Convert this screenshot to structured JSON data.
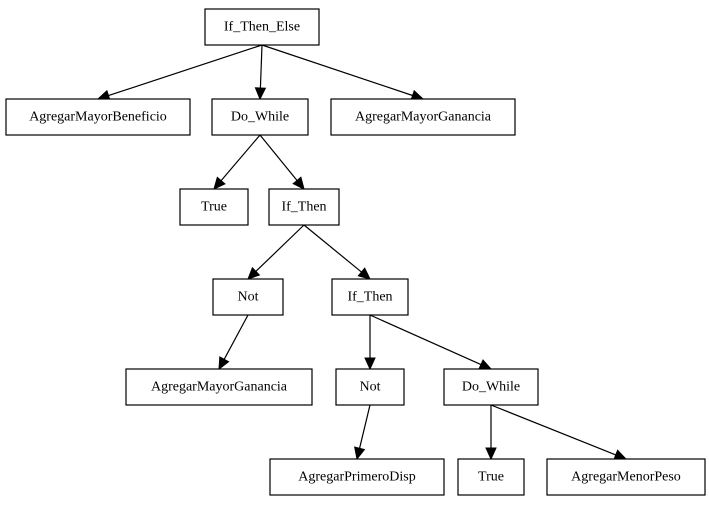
{
  "diagram": {
    "type": "tree",
    "root": {
      "label": "If_Then_Else",
      "children": [
        {
          "label": "AgregarMayorBeneficio",
          "children": []
        },
        {
          "label": "Do_While",
          "children": [
            {
              "label": "True",
              "children": []
            },
            {
              "label": "If_Then",
              "children": [
                {
                  "label": "Not",
                  "children": [
                    {
                      "label": "AgregarMayorGanancia",
                      "children": []
                    }
                  ]
                },
                {
                  "label": "If_Then",
                  "children": [
                    {
                      "label": "Not",
                      "children": [
                        {
                          "label": "AgregarPrimeroDisp",
                          "children": []
                        }
                      ]
                    },
                    {
                      "label": "Do_While",
                      "children": [
                        {
                          "label": "True",
                          "children": []
                        },
                        {
                          "label": "AgregarMenorPeso",
                          "children": []
                        }
                      ]
                    }
                  ]
                }
              ]
            }
          ]
        },
        {
          "label": "AgregarMayorGanancia",
          "children": []
        }
      ]
    }
  }
}
